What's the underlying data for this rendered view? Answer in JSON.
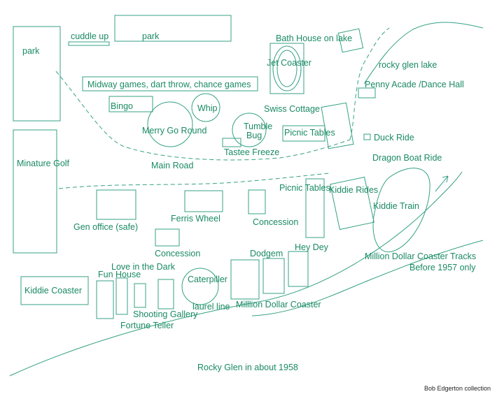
{
  "caption": "Rocky Glen in about 1958",
  "credit": "Bob Edgerton collection",
  "colors": {
    "ink": "#1a8a63",
    "line": "#35a184",
    "background": "#ffffff"
  },
  "labels": {
    "park_top": "park",
    "park_left": "park",
    "cuddle_up": "cuddle up",
    "bath_house": "Bath House on lake",
    "jet_coaster": "Jet Coaster",
    "rocky_glen_lake": "rocky glen lake",
    "midway": "Midway games, dart throw, chance games",
    "penny_arcade": "Penny Acade /Dance Hall",
    "bingo": "Bingo",
    "whip": "Whip",
    "swiss_cottage": "Swiss Cottage",
    "merry_go_round": "Merry Go Round",
    "tumble_bug_1": "Tumble",
    "tumble_bug_2": "Bug",
    "picnic_tables_1": "Picnic Tables",
    "duck_ride": "Duck Ride",
    "tastee_freeze": "Tastee Freeze",
    "dragon_boat": "Dragon Boat Ride",
    "miniature_golf": "Minature Golf",
    "main_road": "Main Road",
    "picnic_tables_2": "Picnic Tables",
    "kiddie_rides": "Kiddie Rides",
    "kiddie_train": "Kiddie Train",
    "ferris_wheel": "Ferris Wheel",
    "gen_office": "Gen office  (safe)",
    "concession_1": "Concession",
    "hey_dey": "Hey Dey",
    "concession_2": "Concession",
    "dodgem": "Dodgem",
    "million_dollar_tracks_1": "Million Dollar Coaster Tracks",
    "million_dollar_tracks_2": "Before 1957 only",
    "love_in_the_dark": "Love in the Dark",
    "fun_house": "Fun House",
    "caterpiller": "Caterpiller",
    "kiddie_coaster": "Kiddie Coaster",
    "laurel_line": "laurel line",
    "million_dollar_coaster": "Milllion Dollar Coaster",
    "shooting_gallery": "Shooting Gallery",
    "fortune_teller": "Fortune Teller"
  }
}
